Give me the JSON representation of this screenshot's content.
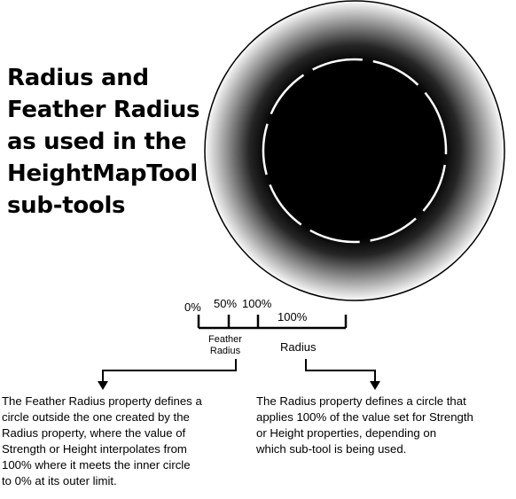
{
  "title_lines": [
    "Radius and",
    "Feather Radius",
    "as used in the",
    "HeightMapTool",
    "sub-tools"
  ],
  "scale": {
    "zero_label": "0%",
    "fifty_label": "50%",
    "hundred_label": "100%",
    "radius_span_label": "100%",
    "feather_label_line1": "Feather",
    "feather_label_line2": "Radius",
    "radius_label": "Radius"
  },
  "descriptions": {
    "feather_lines": [
      "The Feather Radius property defines a",
      "circle outside the one created by the",
      "Radius property, where the value of",
      "Strength or Height interpolates from",
      "100% where it meets the inner circle",
      "to 0% at its outer limit."
    ],
    "radius_lines": [
      "The Radius property defines a circle that",
      "applies 100% of the value set for Strength",
      "or Height properties, depending on",
      "which sub-tool is being used."
    ]
  },
  "colors": {
    "inner": "#000000",
    "outer": "#ffffff",
    "dash": "#ffffff",
    "stroke": "#000000"
  }
}
